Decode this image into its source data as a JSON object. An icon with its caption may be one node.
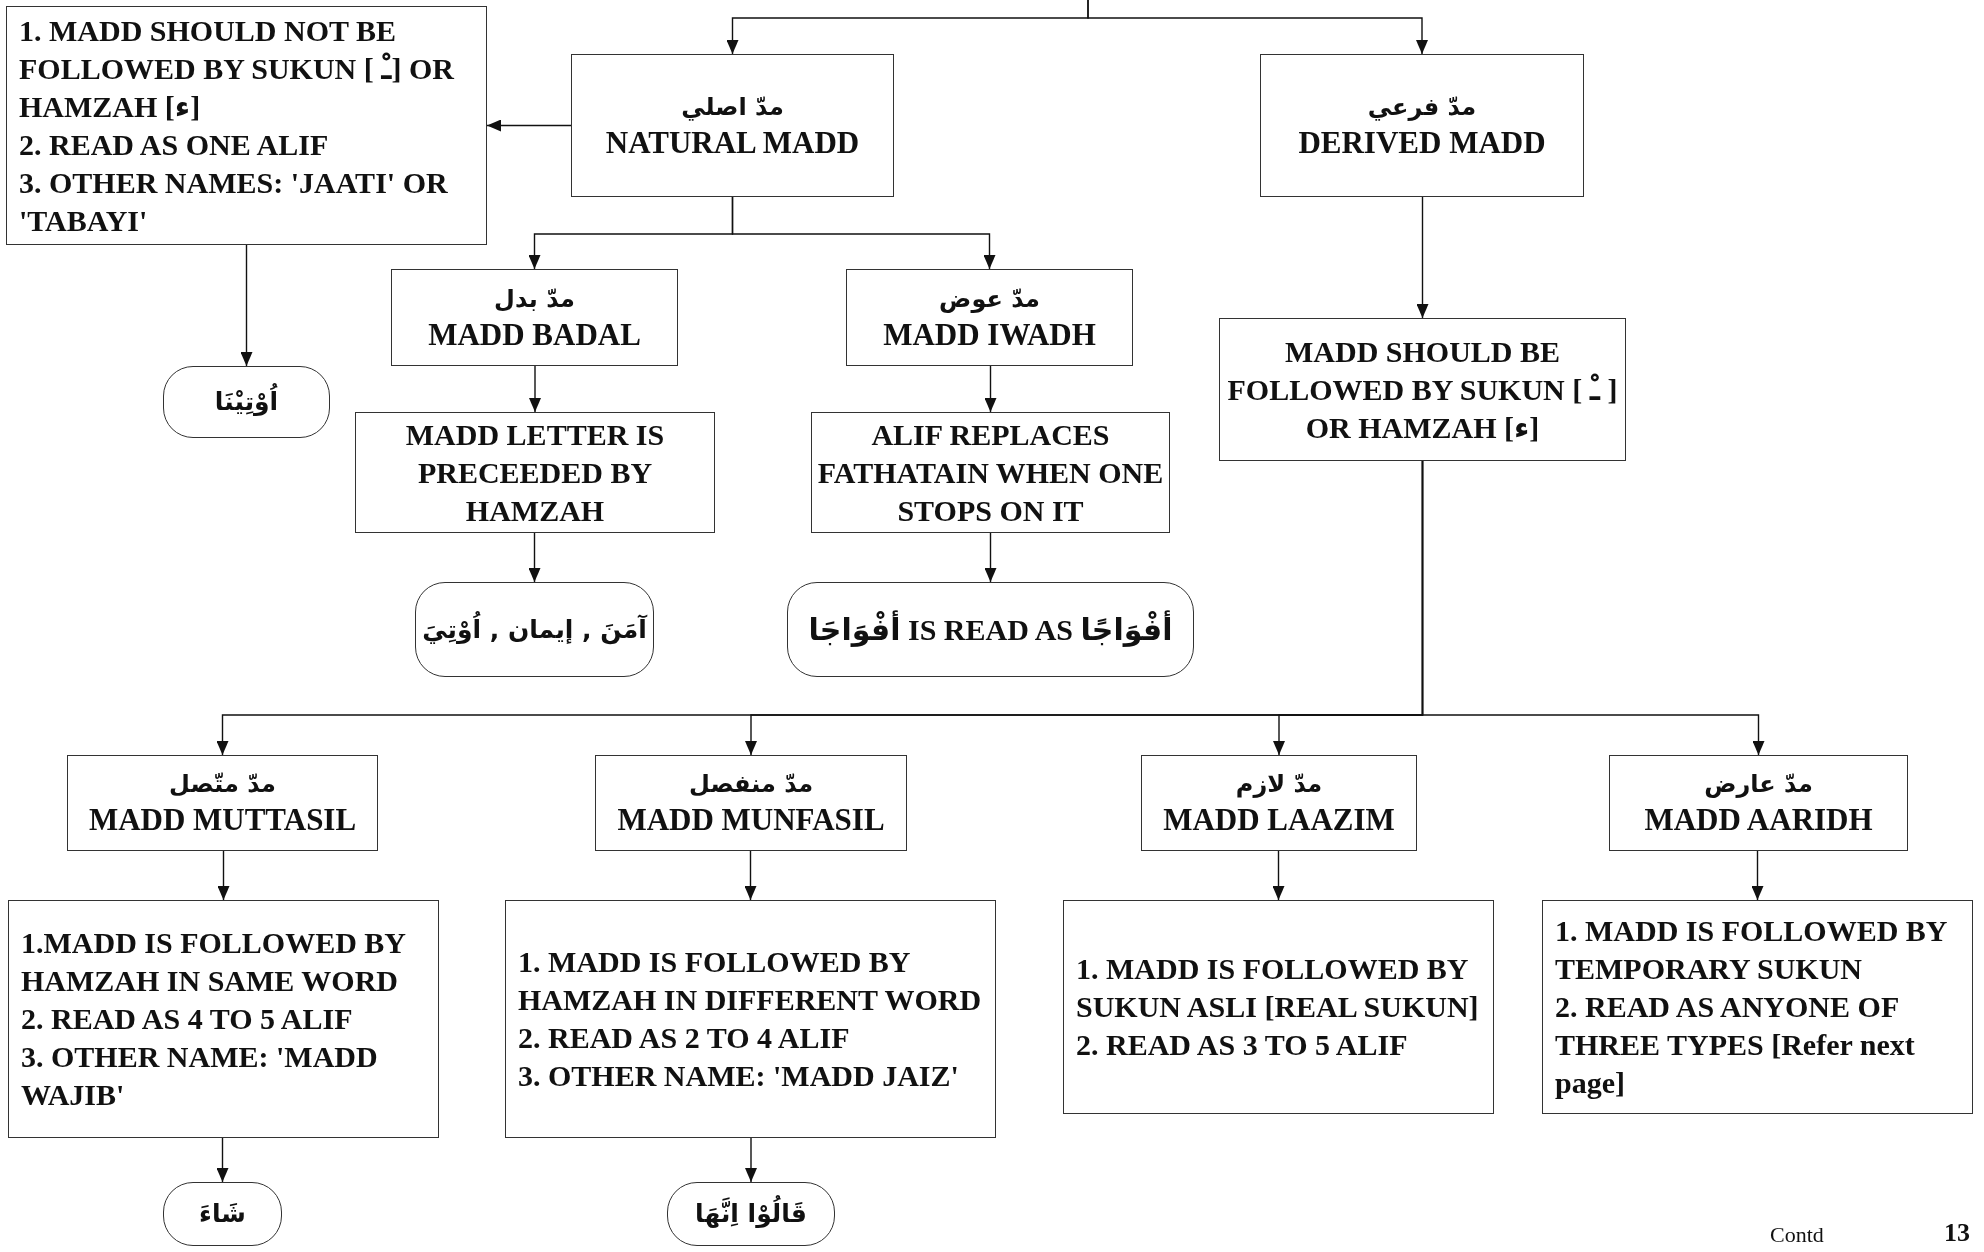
{
  "diagram": {
    "nodes": [
      {
        "text": [
          "مدّ اصلي",
          "NATURAL MADD"
        ]
      },
      {
        "text": [
          "مدّ فرعي",
          "DERIVED MADD"
        ]
      },
      {
        "text": [
          "1. MADD SHOULD NOT BE FOLLOWED BY SUKUN [ ـْ] OR HAMZAH [ء]",
          "2. READ AS ONE ALIF",
          "3. OTHER NAMES: 'JAATI' OR 'TABAYI'"
        ]
      },
      {
        "text": [
          "اُوْتِيْنَا"
        ]
      },
      {
        "text": [
          "مدّ بدل",
          "MADD BADAL"
        ]
      },
      {
        "text": [
          "مدّ عوض",
          "MADD IWADH"
        ]
      },
      {
        "text": [
          "MADD LETTER IS PRECEEDED BY HAMZAH"
        ]
      },
      {
        "text": [
          "ALIF REPLACES FATHATAIN WHEN ONE STOPS ON IT"
        ]
      },
      {
        "text": [
          "آمَنَ , إيمان , اُوْتِيَ"
        ]
      },
      {
        "text": [
          "أفْوَاجَا IS READ AS أفْوَاجًا"
        ]
      },
      {
        "text": [
          "MADD SHOULD BE FOLLOWED BY SUKUN [ ـْ ] OR HAMZAH [ء]"
        ]
      },
      {
        "text": [
          "مدّ متّصل",
          "MADD MUTTASIL"
        ]
      },
      {
        "text": [
          "مدّ منفصل",
          "MADD MUNFASIL"
        ]
      },
      {
        "text": [
          "مدّ لازم",
          "MADD LAAZIM"
        ]
      },
      {
        "text": [
          "مدّ عارض",
          "MADD AARIDH"
        ]
      },
      {
        "text": [
          "1.MADD IS FOLLOWED BY HAMZAH IN SAME WORD",
          "2. READ AS 4 TO 5 ALIF",
          "3. OTHER NAME: 'MADD WAJIB'"
        ]
      },
      {
        "text": [
          "1. MADD IS FOLLOWED BY HAMZAH IN DIFFERENT WORD",
          "2. READ AS 2 TO 4 ALIF",
          "3. OTHER NAME: 'MADD JAIZ'"
        ]
      },
      {
        "text": [
          "1. MADD IS FOLLOWED BY SUKUN ASLI [REAL SUKUN]",
          "2. READ AS 3 TO 5 ALIF"
        ]
      },
      {
        "text": [
          "1. MADD IS FOLLOWED BY TEMPORARY SUKUN",
          "2. READ AS ANYONE OF THREE TYPES [Refer next page]"
        ]
      },
      {
        "text": [
          "شَاءَ"
        ]
      },
      {
        "text": [
          "قَالُوْا اِنَّهَا"
        ]
      }
    ],
    "edges": [
      {
        "from": null,
        "to": 0,
        "arrow": "to"
      },
      {
        "from": null,
        "to": 1,
        "arrow": "to"
      },
      {
        "from": 0,
        "to": 2,
        "arrow": "to"
      },
      {
        "from": 2,
        "to": 3,
        "arrow": "to"
      },
      {
        "from": 0,
        "to": 4,
        "arrow": "to"
      },
      {
        "from": 0,
        "to": 5,
        "arrow": "to"
      },
      {
        "from": 4,
        "to": 6,
        "arrow": "to"
      },
      {
        "from": 5,
        "to": 7,
        "arrow": "to"
      },
      {
        "from": 6,
        "to": 8,
        "arrow": "to"
      },
      {
        "from": 7,
        "to": 9,
        "arrow": "to"
      },
      {
        "from": 1,
        "to": 10,
        "arrow": "to"
      },
      {
        "from": 10,
        "to": 11,
        "arrow": "to"
      },
      {
        "from": 10,
        "to": 12,
        "arrow": "to"
      },
      {
        "from": 10,
        "to": 13,
        "arrow": "to"
      },
      {
        "from": 10,
        "to": 14,
        "arrow": "to"
      },
      {
        "from": 11,
        "to": 15,
        "arrow": "to"
      },
      {
        "from": 12,
        "to": 16,
        "arrow": "to"
      },
      {
        "from": 13,
        "to": 17,
        "arrow": "to"
      },
      {
        "from": 14,
        "to": 18,
        "arrow": "to"
      },
      {
        "from": 15,
        "to": 19,
        "arrow": "to"
      },
      {
        "from": 16,
        "to": 20,
        "arrow": "to"
      }
    ],
    "labels": [
      "Contd",
      "13"
    ]
  }
}
